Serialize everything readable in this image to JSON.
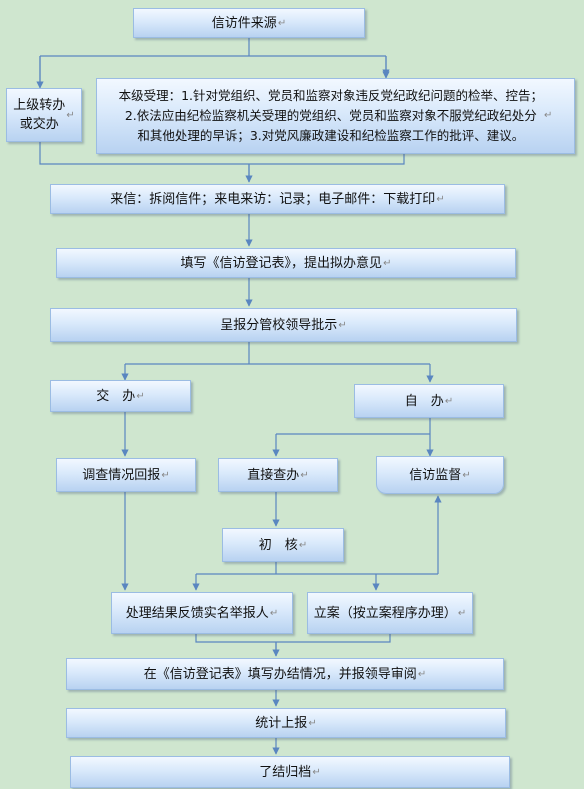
{
  "diagram": {
    "nodes": {
      "source": "信访件来源",
      "superior": "上级转办\n或交办",
      "local": "本级受理：1.针对党组织、党员和监察对象违反党纪政纪问题的检举、控告；\n2.依法应由纪检监察机关受理的党组织、党员和监察对象不服党纪政纪处分\n和其他处理的早诉；3.对党风廉政建设和纪检监察工作的批评、建议。",
      "receive": "来信：拆阅信件；来电来访：记录；电子邮件：下载打印",
      "register": "填写《信访登记表》，提出拟办意见",
      "submit": "呈报分管校领导批示",
      "assign": "交　办",
      "self": "自　办",
      "investigate_report": "调查情况回报",
      "direct_check": "直接查办",
      "supervise": "信访监督",
      "initial_check": "初　核",
      "feedback": "处理结果反馈实名举报人",
      "file_case": "立案（按立案程序办理）",
      "record_result": "在《信访登记表》填写办结情况，并报领导审阅",
      "statistics": "统计上报",
      "archive": "了结归档"
    },
    "paragraph_mark": "↵"
  }
}
